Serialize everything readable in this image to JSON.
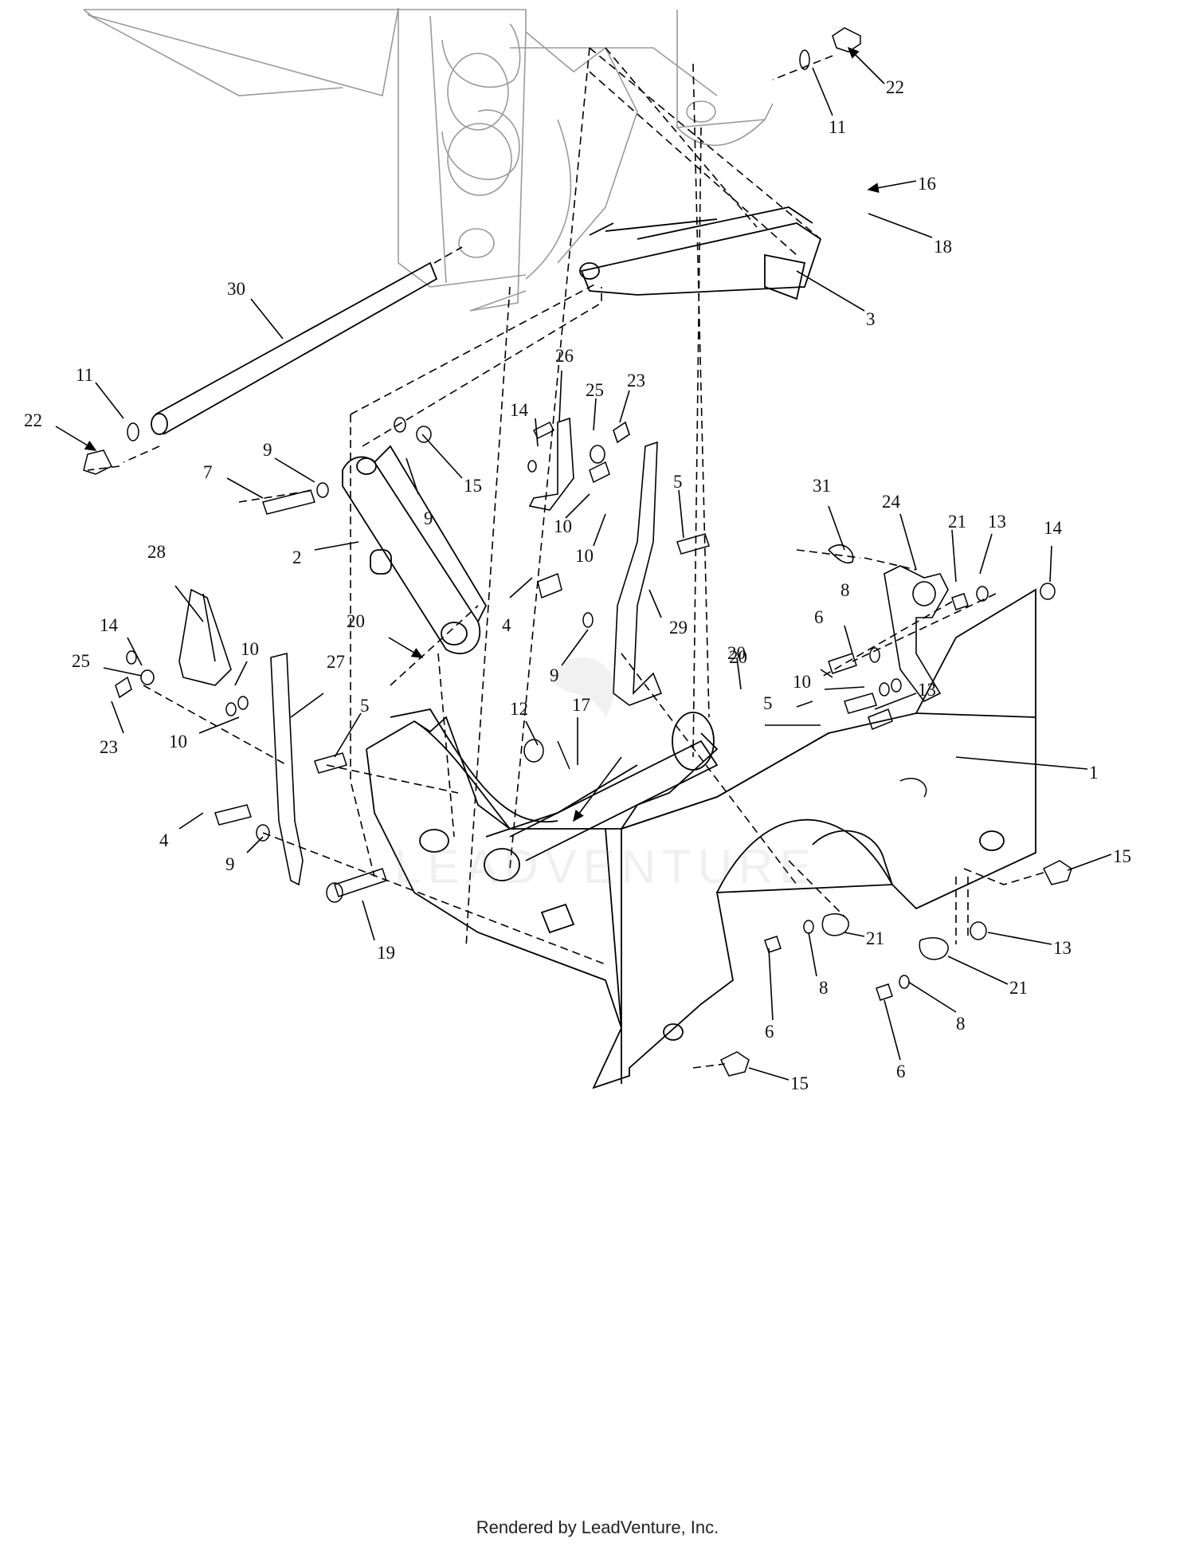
{
  "callouts": [
    {
      "id": "22a",
      "text": "22"
    },
    {
      "id": "11a",
      "text": "11"
    },
    {
      "id": "16",
      "text": "16"
    },
    {
      "id": "18",
      "text": "18"
    },
    {
      "id": "3",
      "text": "3"
    },
    {
      "id": "30",
      "text": "30"
    },
    {
      "id": "11b",
      "text": "11"
    },
    {
      "id": "22b",
      "text": "22"
    },
    {
      "id": "26",
      "text": "26"
    },
    {
      "id": "25a",
      "text": "25"
    },
    {
      "id": "23a",
      "text": "23"
    },
    {
      "id": "14a",
      "text": "14"
    },
    {
      "id": "9a",
      "text": "9"
    },
    {
      "id": "7",
      "text": "7"
    },
    {
      "id": "15a",
      "text": "15"
    },
    {
      "id": "9b",
      "text": "9"
    },
    {
      "id": "5a",
      "text": "5"
    },
    {
      "id": "10a",
      "text": "10"
    },
    {
      "id": "10b",
      "text": "10"
    },
    {
      "id": "31",
      "text": "31"
    },
    {
      "id": "24",
      "text": "24"
    },
    {
      "id": "21a",
      "text": "21"
    },
    {
      "id": "13a",
      "text": "13"
    },
    {
      "id": "14b",
      "text": "14"
    },
    {
      "id": "28",
      "text": "28"
    },
    {
      "id": "2",
      "text": "2"
    },
    {
      "id": "4a",
      "text": "4"
    },
    {
      "id": "29",
      "text": "29"
    },
    {
      "id": "8a",
      "text": "8"
    },
    {
      "id": "6a",
      "text": "6"
    },
    {
      "id": "14c",
      "text": "14"
    },
    {
      "id": "20a",
      "text": "20"
    },
    {
      "id": "9c",
      "text": "9"
    },
    {
      "id": "10c",
      "text": "10"
    },
    {
      "id": "13b",
      "text": "13"
    },
    {
      "id": "20b",
      "text": "20"
    },
    {
      "id": "25b",
      "text": "25"
    },
    {
      "id": "27",
      "text": "27"
    },
    {
      "id": "10d",
      "text": "10"
    },
    {
      "id": "5b",
      "text": "5"
    },
    {
      "id": "12",
      "text": "12"
    },
    {
      "id": "17",
      "text": "17"
    },
    {
      "id": "23b",
      "text": "23"
    },
    {
      "id": "10e",
      "text": "10"
    },
    {
      "id": "5c",
      "text": "5"
    },
    {
      "id": "20c",
      "text": "20"
    },
    {
      "id": "1",
      "text": "1"
    },
    {
      "id": "4b",
      "text": "4"
    },
    {
      "id": "9d",
      "text": "9"
    },
    {
      "id": "15b",
      "text": "15"
    },
    {
      "id": "21b",
      "text": "21"
    },
    {
      "id": "13c",
      "text": "13"
    },
    {
      "id": "19",
      "text": "19"
    },
    {
      "id": "21c",
      "text": "21"
    },
    {
      "id": "8b",
      "text": "8"
    },
    {
      "id": "8c",
      "text": "8"
    },
    {
      "id": "6b",
      "text": "6"
    },
    {
      "id": "6c",
      "text": "6"
    },
    {
      "id": "15c",
      "text": "15"
    }
  ],
  "watermark": "LEADVENTURE",
  "footer": "Rendered by LeadVenture, Inc."
}
